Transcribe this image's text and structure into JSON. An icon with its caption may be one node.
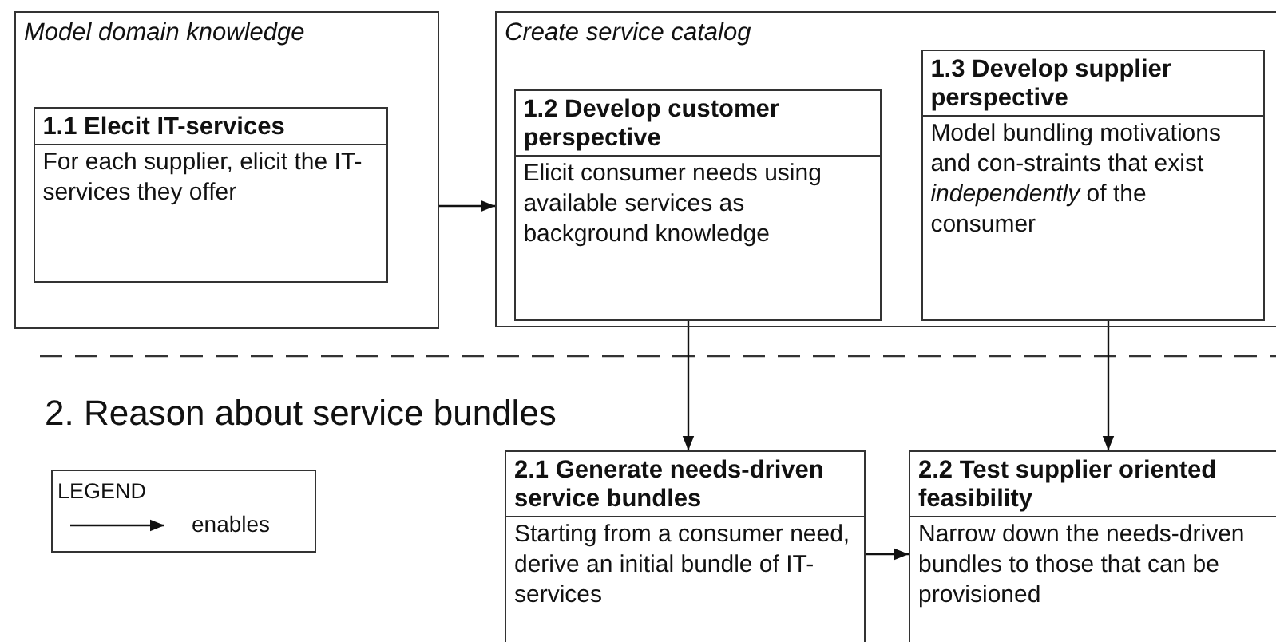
{
  "diagram": {
    "nodes": [
      {
        "text": [
          "Model domain knowledge"
        ]
      },
      {
        "text": [
          "1.1 Elecit IT-services",
          "For each supplier, elicit the IT-services they offer"
        ],
        "in": 0
      },
      {
        "text": [
          "Create service catalog"
        ]
      },
      {
        "text": [
          "1.2 Develop customer perspective",
          "Elicit consumer needs using available services as background knowledge"
        ],
        "in": 2
      },
      {
        "text": [
          "1.3 Develop supplier perspective",
          "Model bundling motivations and con-straints that exist *independently* of the consumer"
        ],
        "in": 2
      },
      {
        "text": [
          "2.1 Generate needs-driven service bundles",
          "Starting from a consumer need, derive an initial bundle of IT-services"
        ]
      },
      {
        "text": [
          "2.2 Test supplier oriented feasibility",
          "Narrow down the needs-driven bundles to those that can be provisioned"
        ]
      }
    ],
    "edges": [
      {
        "from": 0,
        "to": 2,
        "arrow": "to"
      },
      {
        "from": 3,
        "to": 5,
        "arrow": "to"
      },
      {
        "from": 4,
        "to": 6,
        "arrow": "to"
      },
      {
        "from": 5,
        "to": 6,
        "arrow": "to"
      }
    ],
    "labels": [
      "2. Reason about service bundles",
      "LEGEND"
    ],
    "legend": [
      {
        "text": "enables"
      }
    ]
  }
}
